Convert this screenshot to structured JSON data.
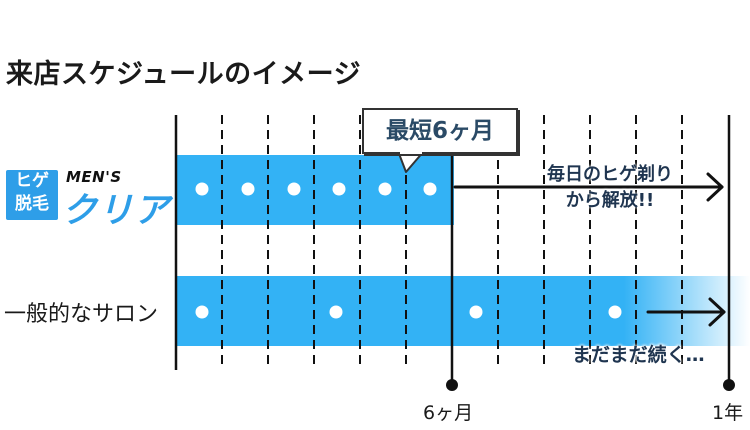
{
  "title": "来店スケジュールのイメージ",
  "brand": {
    "badge_line1": "ヒゲ",
    "badge_line2": "脱毛",
    "top": "MEN'S",
    "name": "クリア"
  },
  "row2_label": "一般的なサロン",
  "callout": "最短6ヶ月",
  "note_row1_line1": "毎日のヒゲ剃り",
  "note_row1_line2": "から解放!!",
  "note_row2": "まだまだ続く…",
  "ticks": {
    "six_months": "6ヶ月",
    "one_year": "1年"
  },
  "colors": {
    "bar": "#33b2f5",
    "brand": "#2e9ee8",
    "text_dark": "#1f3550"
  }
}
